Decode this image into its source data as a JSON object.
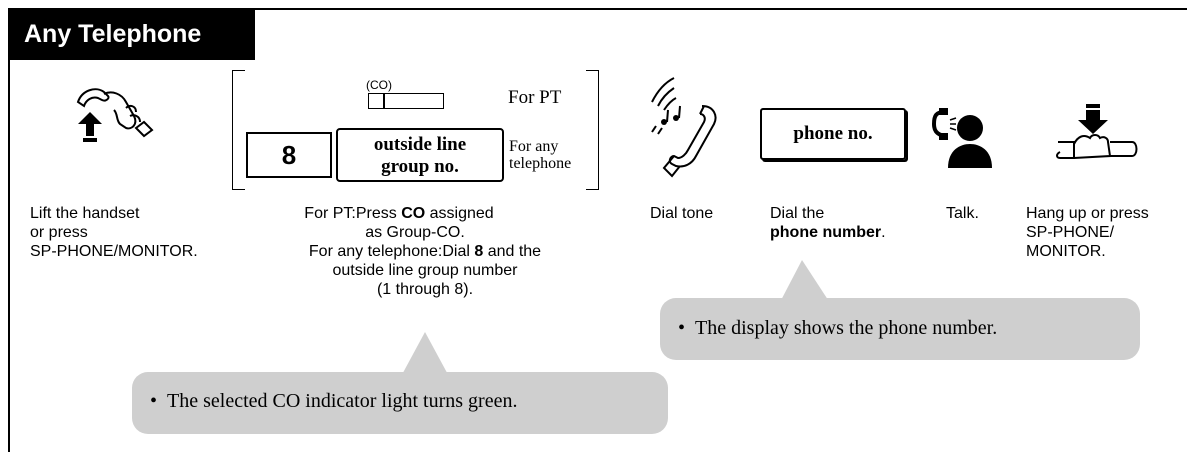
{
  "header": {
    "title": "Any Telephone"
  },
  "step1": {
    "icon": "lift-handset-icon",
    "caption": [
      "Lift the handset",
      "or press",
      "SP-PHONE/MONITOR."
    ]
  },
  "step2": {
    "co_label": "(CO)",
    "for_pt": "For PT",
    "dial_key": "8",
    "group_line1": "outside line",
    "group_line2": "group no.",
    "for_any_1": "For any",
    "for_any_2": "telephone",
    "caption": {
      "line1_a": "For PT:Press ",
      "line1_b": "CO",
      "line1_c": " assigned",
      "line2": "as Group-CO.",
      "line3_a": "For any telephone:Dial ",
      "line3_b": "8",
      "line3_c": " and the",
      "line4": "outside line group number",
      "line5": "(1 through 8)."
    },
    "note": "The selected CO indicator light turns green."
  },
  "step3": {
    "icon": "dial-tone-handset-icon",
    "caption": "Dial tone"
  },
  "step4": {
    "box": "phone no.",
    "caption_1": "Dial the",
    "caption_2": "phone number",
    "caption_2_end": ".",
    "note": "The display shows the phone number."
  },
  "step5": {
    "icon": "talk-person-icon",
    "caption": "Talk."
  },
  "step6": {
    "icon": "hang-up-icon",
    "caption": [
      "Hang up or press",
      "SP-PHONE/",
      "MONITOR."
    ]
  },
  "bullet": "•"
}
